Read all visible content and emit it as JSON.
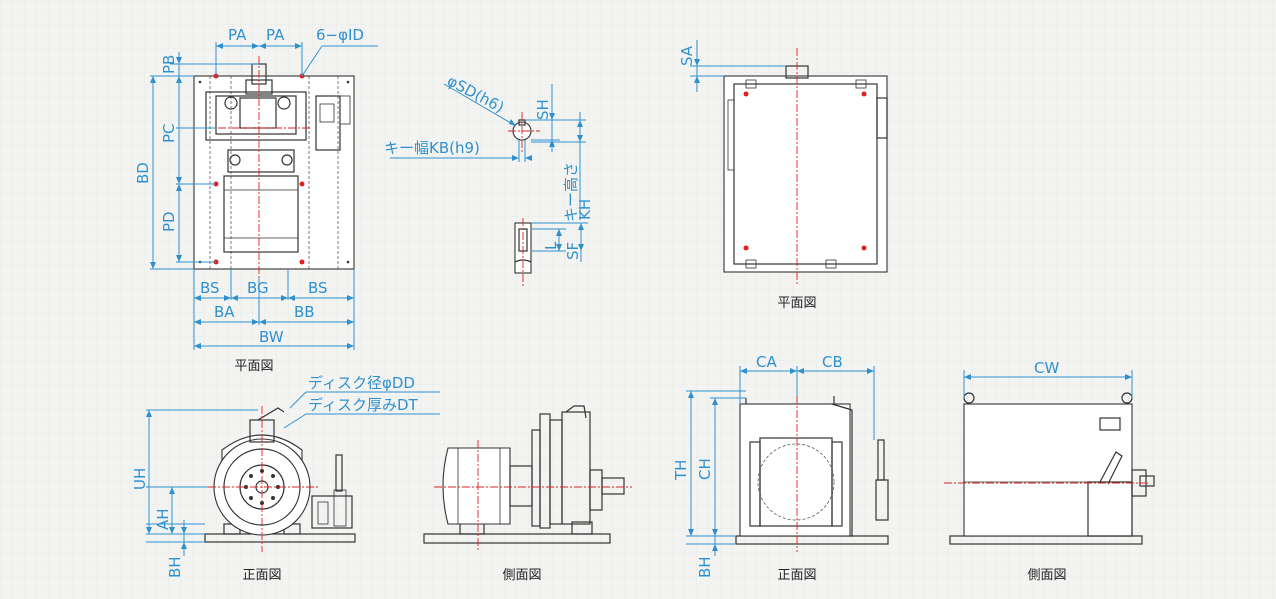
{
  "colors": {
    "background": "#f3f4f2",
    "grid": "#dfe3e0",
    "dimension": "#2f90d0",
    "centerline": "#e02020",
    "outline": "#333333",
    "caption": "#222222"
  },
  "left_set": {
    "plan_view": {
      "caption": "平面図",
      "labels": {
        "pa_left": "PA",
        "pa_right": "PA",
        "holes": "6−φID",
        "pb": "PB",
        "bd": "BD",
        "pc": "PC",
        "pd": "PD",
        "bs_left": "BS",
        "bg": "BG",
        "bs_right": "BS",
        "ba": "BA",
        "bb": "BB",
        "bw": "BW"
      }
    },
    "shaft_detail": {
      "labels": {
        "sd": "φSD(h6)",
        "sh": "SH",
        "kb": "キー幅KB(h9)",
        "key_height": "キー高さ",
        "kh": "KH",
        "l": "L",
        "sf": "SF"
      }
    },
    "front_view": {
      "caption": "正面図",
      "labels": {
        "dd": "ディスク径φDD",
        "dt": "ディスク厚みDT",
        "uh": "UH",
        "ah": "AH",
        "bh": "BH"
      }
    },
    "side_view": {
      "caption": "側面図"
    }
  },
  "right_set": {
    "plan_view": {
      "caption": "平面図",
      "labels": {
        "sa": "SA"
      }
    },
    "front_view": {
      "caption": "正面図",
      "labels": {
        "ca": "CA",
        "cb": "CB",
        "th": "TH",
        "ch": "CH",
        "bh": "BH"
      }
    },
    "side_view": {
      "caption": "側面図",
      "labels": {
        "cw": "CW"
      }
    }
  }
}
